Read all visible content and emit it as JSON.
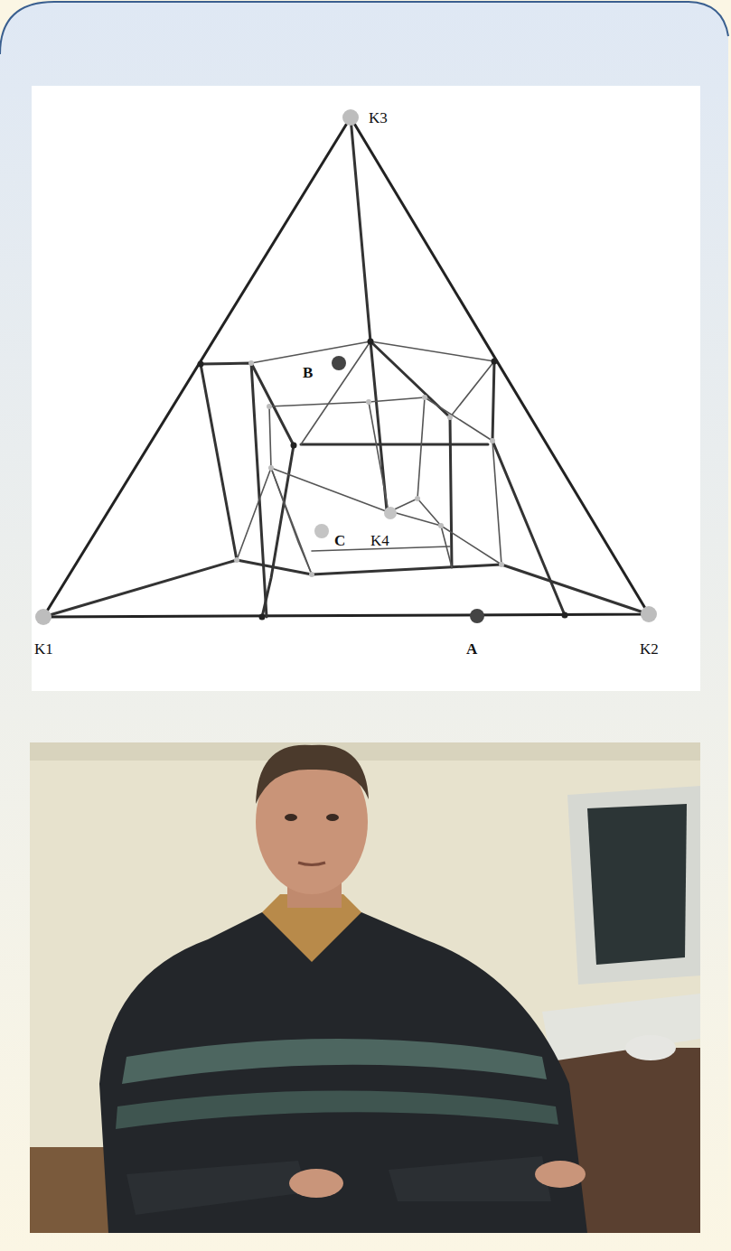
{
  "diagram": {
    "labels": [
      "K3",
      "B",
      "C",
      "K4",
      "K1",
      "A",
      "K2"
    ]
  }
}
